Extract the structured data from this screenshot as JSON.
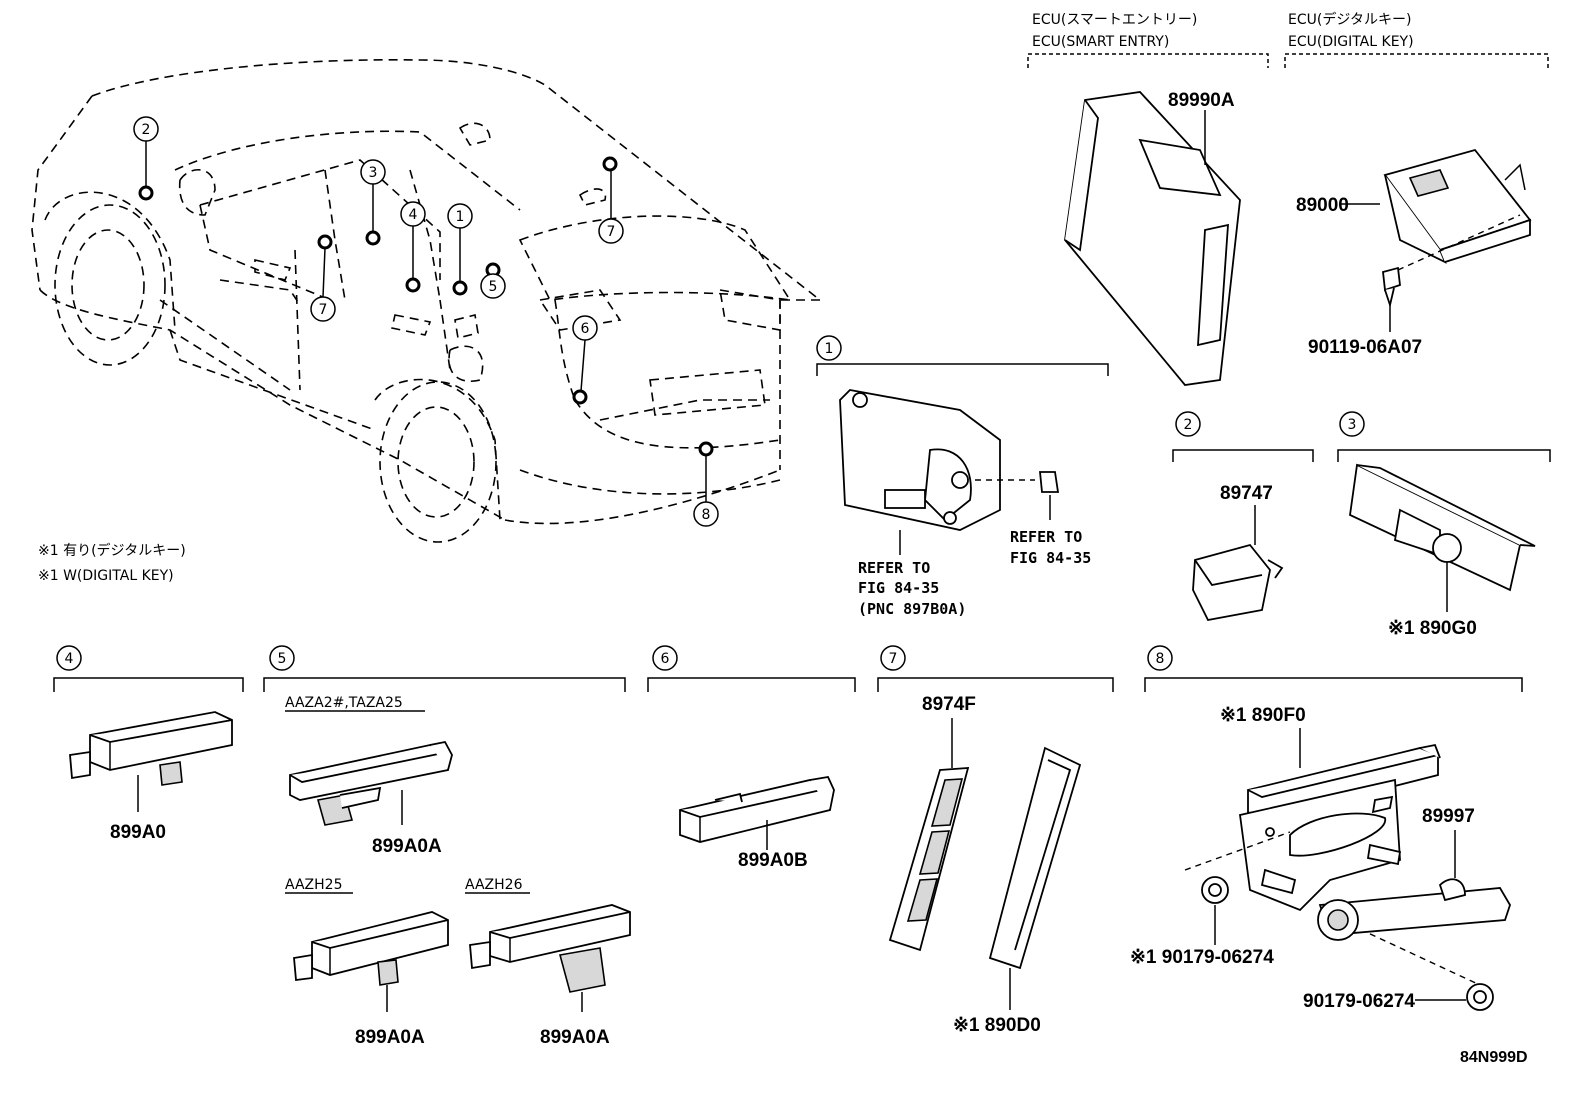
{
  "ecu_headers": {
    "smart_entry_jp": "ECU(スマートエントリー)",
    "smart_entry_en": "ECU(SMART ENTRY)",
    "digital_key_jp": "ECU(デジタルキー)",
    "digital_key_en": "ECU(DIGITAL KEY)"
  },
  "notes": {
    "line1": "※1 有り(デジタルキー)",
    "line2": "※1 W(DIGITAL KEY)"
  },
  "callouts": [
    "1",
    "2",
    "3",
    "4",
    "5",
    "6",
    "7",
    "8"
  ],
  "parts": {
    "p89990A": "89990A",
    "p89000": "89000",
    "p9011906A07": "90119-06A07",
    "p89747": "89747",
    "p890G0": "※1 890G0",
    "p899A0": "899A0",
    "p899A0A_1": "899A0A",
    "p899A0A_2": "899A0A",
    "p899A0A_3": "899A0A",
    "p899A0B": "899A0B",
    "p8974F": "8974F",
    "p890D0": "※1 890D0",
    "p890F0": "※1 890F0",
    "p89997": "89997",
    "p9017906274_a": "※1 90179-06274",
    "p9017906274_b": "90179-06274"
  },
  "refs": {
    "r1_l1": "REFER TO",
    "r1_l2": "FIG 84-35",
    "r1_l3": "(PNC 897B0A)",
    "r2_l1": "REFER TO",
    "r2_l2": "FIG 84-35"
  },
  "model_labels": {
    "m1": "AAZA2#,TAZA25",
    "m2": "AAZH25",
    "m3": "AAZH26"
  },
  "figure_code": "84N999D"
}
